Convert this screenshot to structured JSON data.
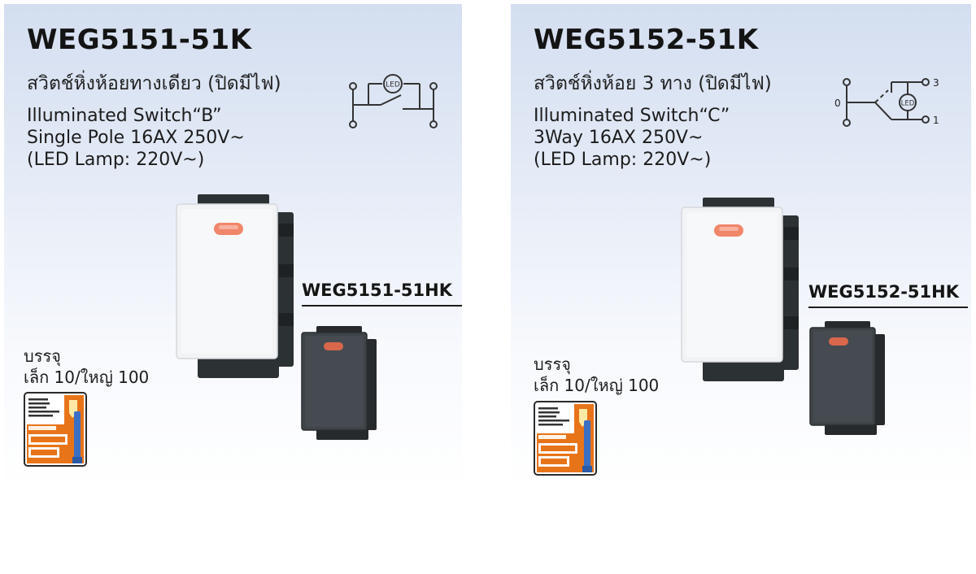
{
  "colors": {
    "panel_bg_top": "#d3def0",
    "white_switch_face": "#f2f3f5",
    "switch_body_dark": "#2c3134",
    "gray_switch_face": "#3e4448",
    "led_lens": "#f0866a",
    "badge_orange": "#e8741a"
  },
  "products": [
    {
      "model": "WEG5151-51K",
      "thai_name": "สวิตช์หิ่งห้อยทางเดียว (ปิดมีไฟ)",
      "spec_lines": [
        "Illuminated Switch“B”",
        "Single Pole 16AX 250V~",
        "(LED Lamp: 220V~)"
      ],
      "variant_model": "WEG5151-51HK",
      "packing_line1": "บรรจุ",
      "packing_line2": "เล็ก 10/ใหญ่ 100",
      "diagram_led_label": "LED",
      "badge_icon": "quick-safe-badge"
    },
    {
      "model": "WEG5152-51K",
      "thai_name": "สวิตช์หิ่งห้อย 3 ทาง (ปิดมีไฟ)",
      "spec_lines": [
        "Illuminated Switch“C”",
        "3Way 16AX 250V~",
        "(LED Lamp: 220V~)"
      ],
      "variant_model": "WEG5152-51HK",
      "packing_line1": "บรรจุ",
      "packing_line2": "เล็ก 10/ใหญ่ 100",
      "diagram_led_label": "LED",
      "diagram_terminal_0": "0",
      "diagram_terminal_1": "1",
      "diagram_terminal_3": "3",
      "badge_icon": "quick-safe-badge"
    }
  ]
}
